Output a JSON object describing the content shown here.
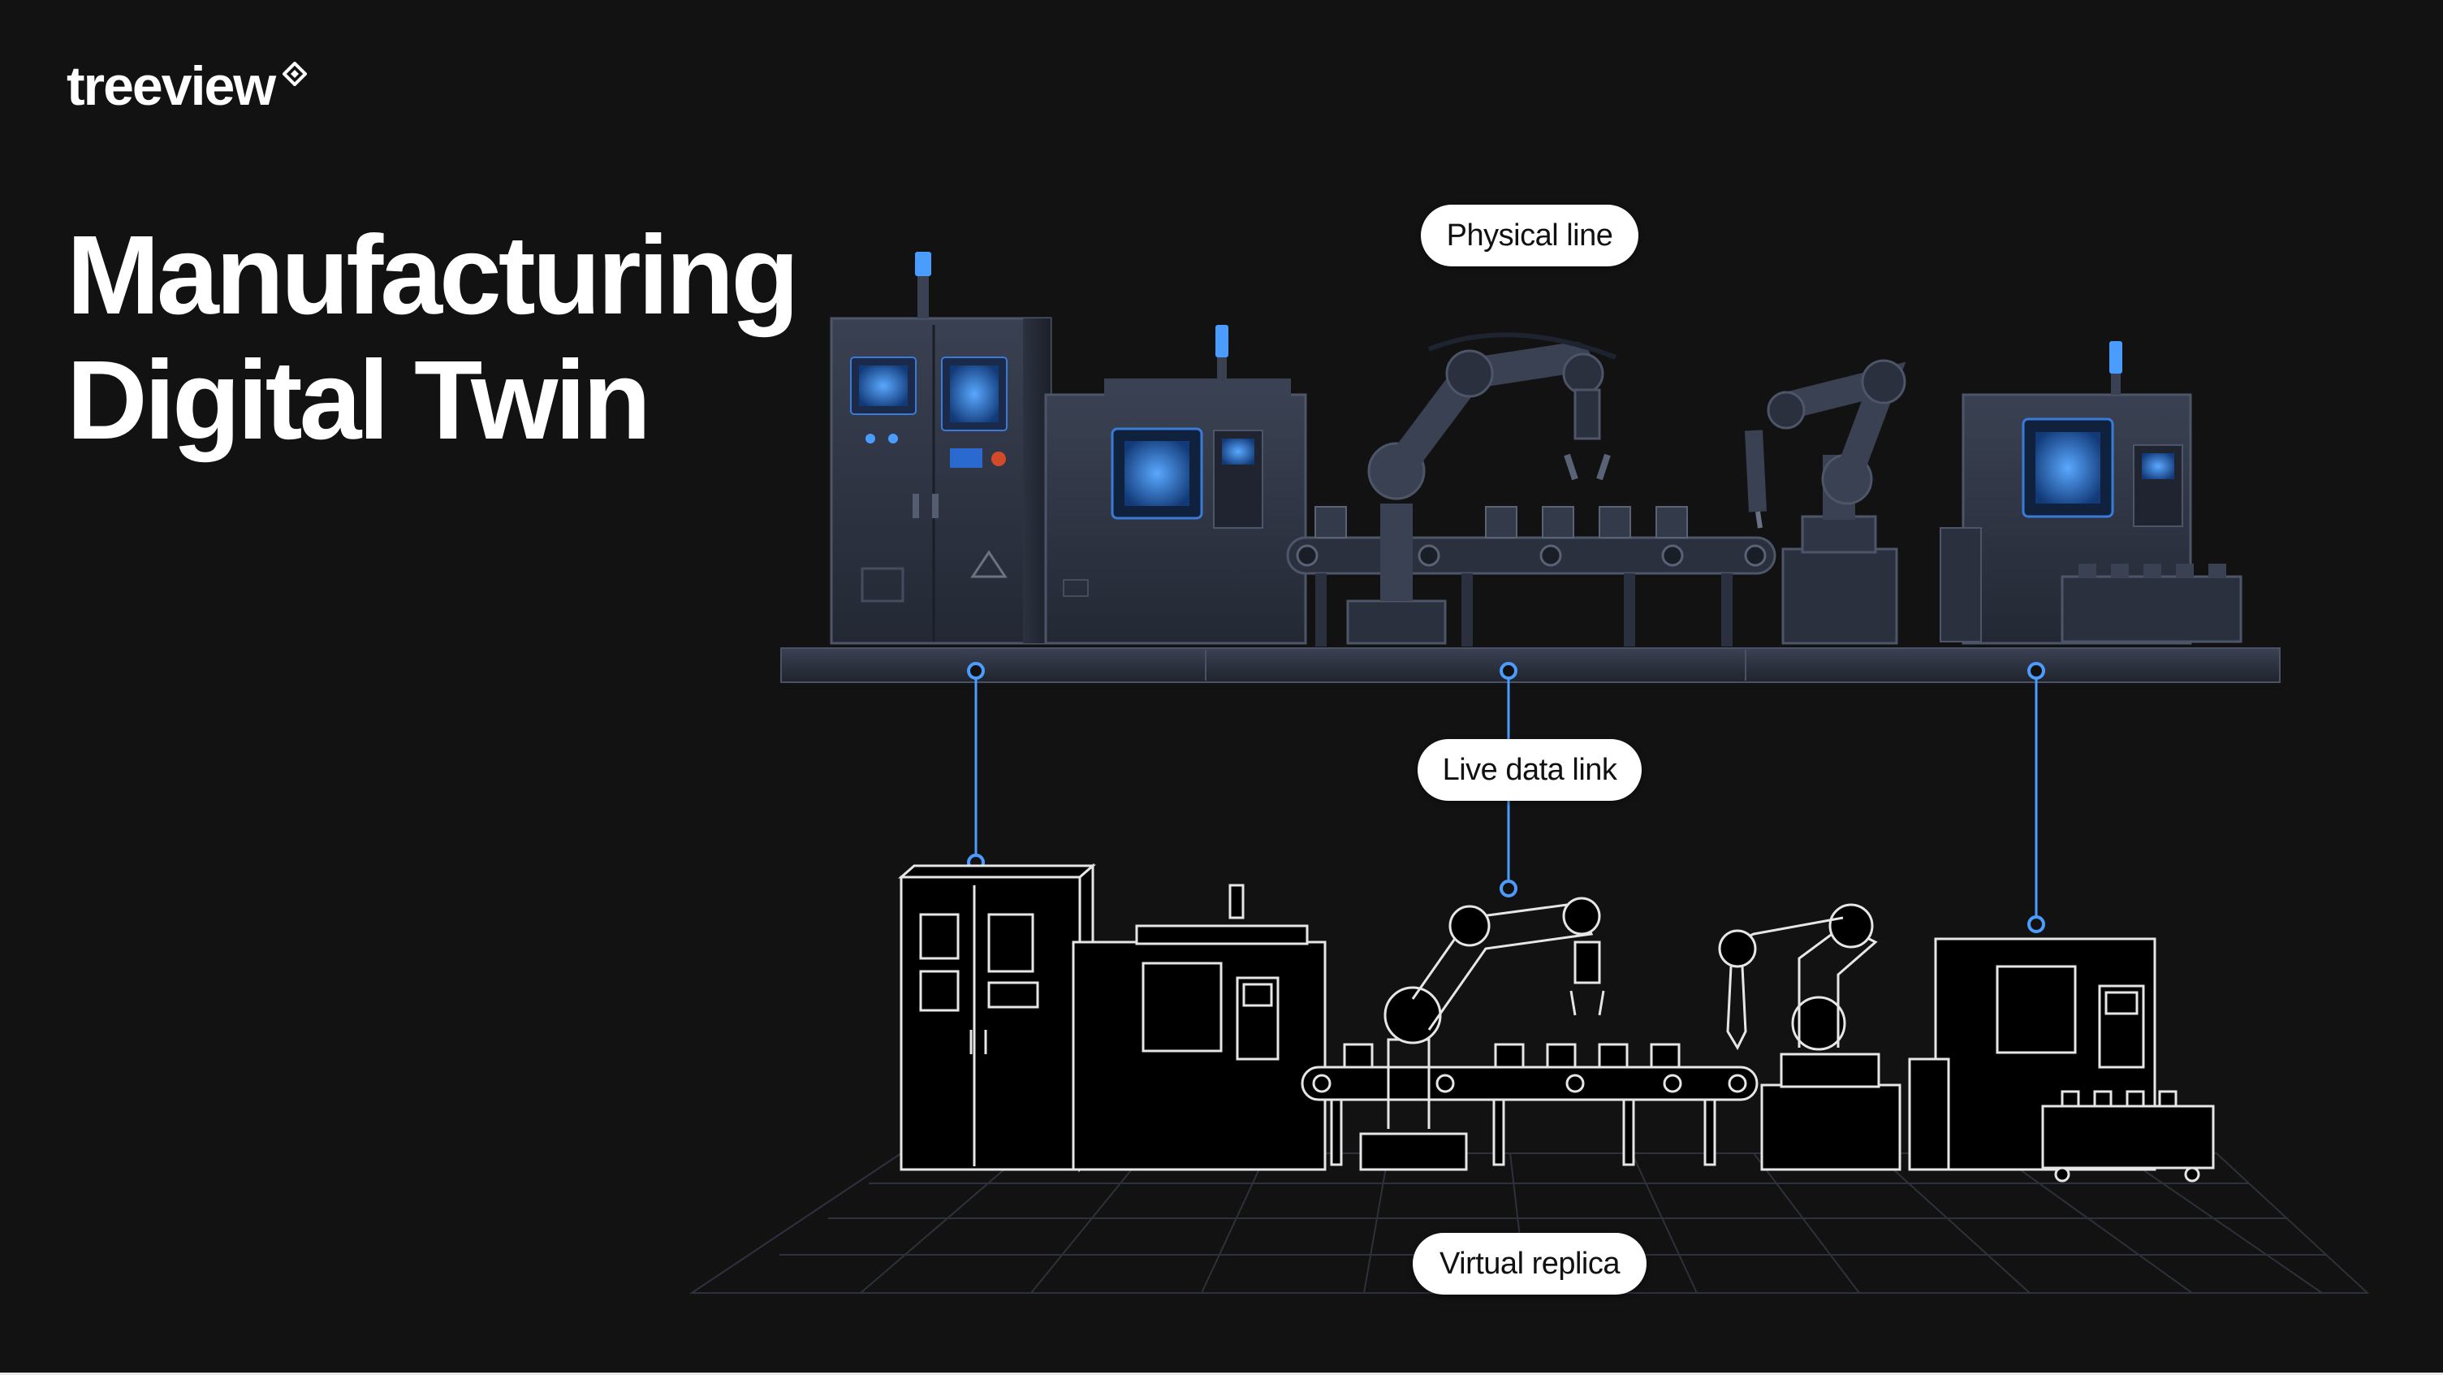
{
  "brand": {
    "name": "treeview"
  },
  "title": {
    "line1": "Manufacturing",
    "line2": "Digital Twin"
  },
  "labels": {
    "physical": "Physical line",
    "link": "Live data link",
    "virtual": "Virtual replica"
  },
  "colors": {
    "background": "#121212",
    "accent": "#4a9dff",
    "machine": "#2a3040",
    "pill": "#ffffff"
  },
  "icons": [
    "treeview-logo-icon",
    "warning-icon",
    "status-light-icon"
  ]
}
